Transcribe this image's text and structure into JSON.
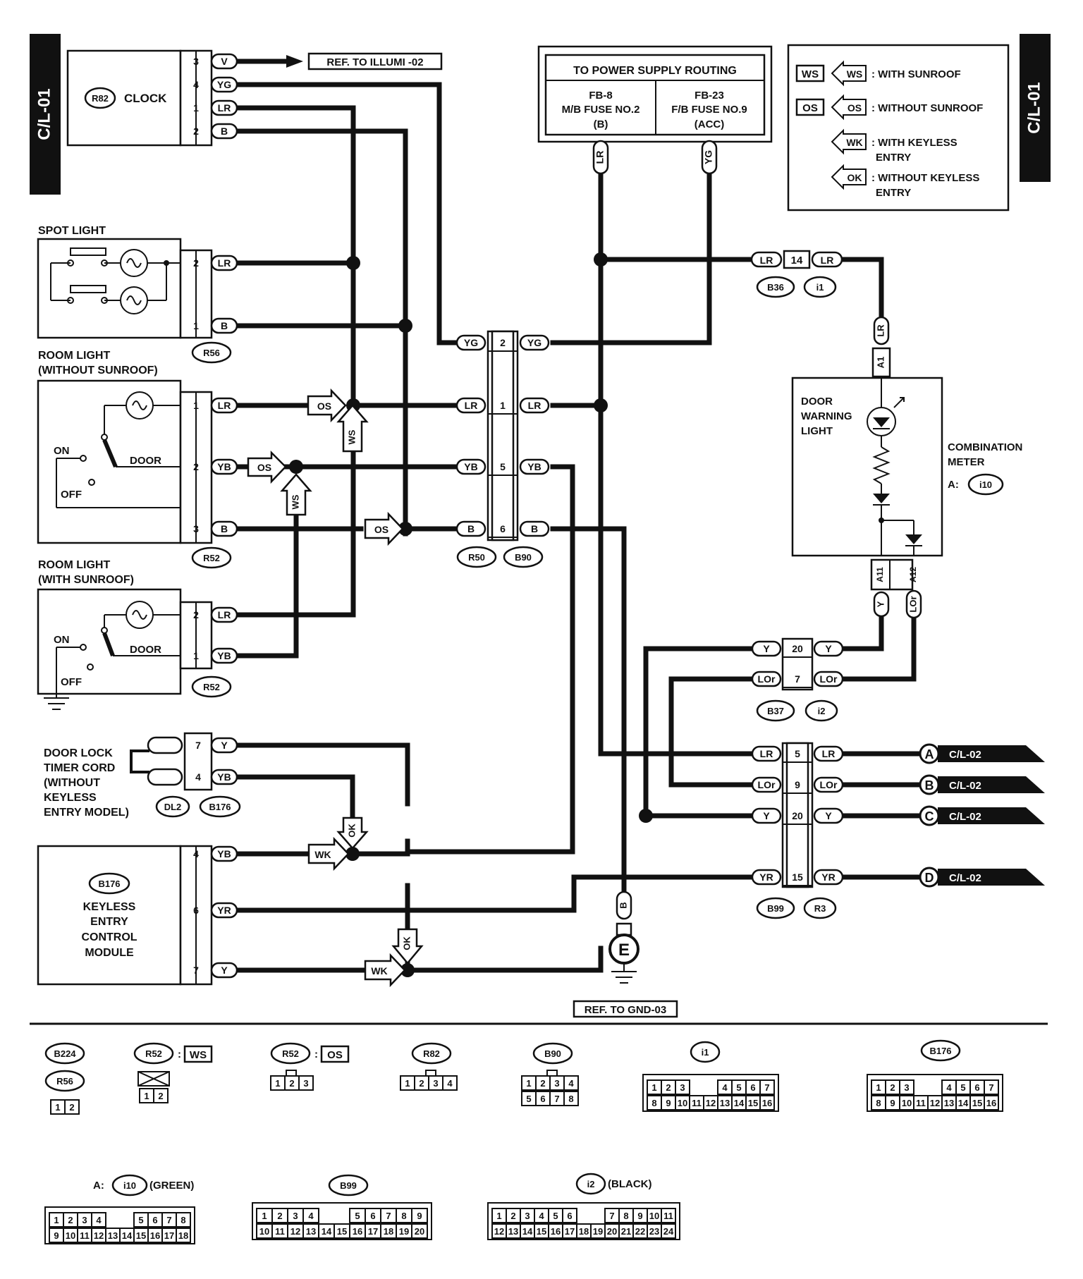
{
  "page_code": "C/L-01",
  "legend": {
    "ws": {
      "code": "WS",
      "text": ": WITH SUNROOF"
    },
    "os": {
      "code": "OS",
      "text": ": WITHOUT SUNROOF"
    },
    "wk": {
      "code": "WK",
      "text_1": ": WITH KEYLESS",
      "text_2": "ENTRY"
    },
    "ok": {
      "code": "OK",
      "text_1": ": WITHOUT KEYLESS",
      "text_2": "ENTRY"
    }
  },
  "power": {
    "title": "TO POWER SUPPLY ROUTING",
    "left": {
      "line1": "FB-8",
      "line2": "M/B FUSE NO.2",
      "line3": "(B)"
    },
    "right": {
      "line1": "FB-23",
      "line2": "F/B FUSE NO.9",
      "line3": "(ACC)"
    },
    "left_wire": "LR",
    "right_wire": "YG"
  },
  "clock": {
    "conn": "R82",
    "label": "CLOCK",
    "pins": [
      {
        "pin": "3",
        "wire": "V"
      },
      {
        "pin": "4",
        "wire": "YG"
      },
      {
        "pin": "1",
        "wire": "LR"
      },
      {
        "pin": "2",
        "wire": "B"
      }
    ],
    "ref": "REF. TO ILLUMI -02"
  },
  "spot_light": {
    "title": "SPOT LIGHT",
    "conn": "R56",
    "pins": [
      {
        "pin": "2",
        "wire": "LR"
      },
      {
        "pin": "1",
        "wire": "B"
      }
    ]
  },
  "room_light_os": {
    "title_1": "ROOM LIGHT",
    "title_2": "(WITHOUT SUNROOF)",
    "conn": "R52",
    "on": "ON",
    "off": "OFF",
    "door": "DOOR",
    "pins": [
      {
        "pin": "1",
        "wire": "LR"
      },
      {
        "pin": "2",
        "wire": "YB"
      },
      {
        "pin": "3",
        "wire": "B"
      }
    ]
  },
  "room_light_ws": {
    "title_1": "ROOM LIGHT",
    "title_2": "(WITH SUNROOF)",
    "conn": "R52",
    "on": "ON",
    "off": "OFF",
    "door": "DOOR",
    "pins": [
      {
        "pin": "2",
        "wire": "LR"
      },
      {
        "pin": "1",
        "wire": "YB"
      }
    ]
  },
  "junction_r50": {
    "conn_left": "R50",
    "conn_right": "B90",
    "rows": [
      {
        "pin": "2",
        "left": "YG",
        "right": "YG"
      },
      {
        "pin": "1",
        "left": "LR",
        "right": "LR"
      },
      {
        "pin": "5",
        "left": "YB",
        "right": "YB"
      },
      {
        "pin": "6",
        "left": "B",
        "right": "B"
      }
    ]
  },
  "arrows": {
    "os": "OS",
    "ws": "WS",
    "wk": "WK",
    "ok": "OK"
  },
  "junction_b36": {
    "conn_left": "B36",
    "conn_right": "i1",
    "pin": "14",
    "left": "LR",
    "right": "LR"
  },
  "meter": {
    "lamp_1": "DOOR",
    "lamp_2": "WARNING",
    "lamp_3": "LIGHT",
    "name_1": "COMBINATION",
    "name_2": "METER",
    "conn_prefix": "A:",
    "conn": "i10",
    "top_pin": "A1",
    "top_wire": "LR",
    "bot_pin_1": "A11",
    "bot_pin_2": "A12",
    "bot_wire_1": "Y",
    "bot_wire_2": "LOr"
  },
  "junction_b37": {
    "conn_left": "B37",
    "conn_right": "i2",
    "rows": [
      {
        "pin": "20",
        "left": "Y",
        "right": "Y"
      },
      {
        "pin": "7",
        "left": "LOr",
        "right": "LOr"
      }
    ]
  },
  "junction_b99": {
    "conn_left": "B99",
    "conn_right": "R3",
    "rows": [
      {
        "pin": "5",
        "left": "LR",
        "right": "LR",
        "ref_letter": "A",
        "ref_page": "C/L-02"
      },
      {
        "pin": "9",
        "left": "LOr",
        "right": "LOr",
        "ref_letter": "B",
        "ref_page": "C/L-02"
      },
      {
        "pin": "20",
        "left": "Y",
        "right": "Y",
        "ref_letter": "C",
        "ref_page": "C/L-02"
      },
      {
        "pin": "15",
        "left": "YR",
        "right": "YR",
        "ref_letter": "D",
        "ref_page": "C/L-02"
      }
    ]
  },
  "timer_cord": {
    "line1": "DOOR LOCK",
    "line2": "TIMER CORD",
    "line3": "(WITHOUT",
    "line4": "KEYLESS",
    "line5": "ENTRY MODEL)",
    "conn_1": "DL2",
    "conn_2": "B176",
    "pins": [
      {
        "pin": "7",
        "wire": "Y"
      },
      {
        "pin": "4",
        "wire": "YB"
      }
    ]
  },
  "keyless": {
    "conn": "B176",
    "line1": "KEYLESS",
    "line2": "ENTRY",
    "line3": "CONTROL",
    "line4": "MODULE",
    "pins": [
      {
        "pin": "4",
        "wire": "YB"
      },
      {
        "pin": "6",
        "wire": "YR"
      },
      {
        "pin": "7",
        "wire": "Y"
      }
    ]
  },
  "ground": {
    "wire": "B",
    "symbol": "E",
    "ref": "REF. TO GND-03"
  },
  "connector_views": {
    "b224": {
      "name_1": "B224",
      "name_2": "R56",
      "pins": [
        "1",
        "2"
      ]
    },
    "r52ws": {
      "name": "R52",
      "tag": "WS",
      "pins": [
        "1",
        "2"
      ]
    },
    "r52os": {
      "name": "R52",
      "tag": "OS",
      "pins": [
        "1",
        "2",
        "3"
      ]
    },
    "r82": {
      "name": "R82",
      "pins": [
        "1",
        "2",
        "3",
        "4"
      ]
    },
    "b90": {
      "name": "B90",
      "row1": [
        "1",
        "2",
        "3",
        "4"
      ],
      "row2": [
        "5",
        "6",
        "7",
        "8"
      ]
    },
    "i1": {
      "name": "i1",
      "row1": [
        "1",
        "2",
        "3",
        "4",
        "5",
        "6",
        "7"
      ],
      "row2": [
        "8",
        "9",
        "10",
        "11",
        "12",
        "13",
        "14",
        "15",
        "16"
      ]
    },
    "b176": {
      "name": "B176",
      "row1": [
        "1",
        "2",
        "3",
        "4",
        "5",
        "6",
        "7"
      ],
      "row2": [
        "8",
        "9",
        "10",
        "11",
        "12",
        "13",
        "14",
        "15",
        "16"
      ]
    },
    "i10": {
      "prefix": "A:",
      "name": "i10",
      "color": "(GREEN)",
      "row1": [
        "1",
        "2",
        "3",
        "4",
        "5",
        "6",
        "7",
        "8"
      ],
      "row2": [
        "9",
        "10",
        "11",
        "12",
        "13",
        "14",
        "15",
        "16",
        "17",
        "18"
      ]
    },
    "b99": {
      "name": "B99",
      "row1": [
        "1",
        "2",
        "3",
        "4",
        "5",
        "6",
        "7",
        "8",
        "9"
      ],
      "row2": [
        "10",
        "11",
        "12",
        "13",
        "14",
        "15",
        "16",
        "17",
        "18",
        "19",
        "20"
      ]
    },
    "i2": {
      "name": "i2",
      "color": "(BLACK)",
      "row1": [
        "1",
        "2",
        "3",
        "4",
        "5",
        "6",
        "7",
        "8",
        "9",
        "10",
        "11"
      ],
      "row2": [
        "12",
        "13",
        "14",
        "15",
        "16",
        "17",
        "18",
        "19",
        "20",
        "21",
        "22",
        "23",
        "24"
      ]
    }
  }
}
